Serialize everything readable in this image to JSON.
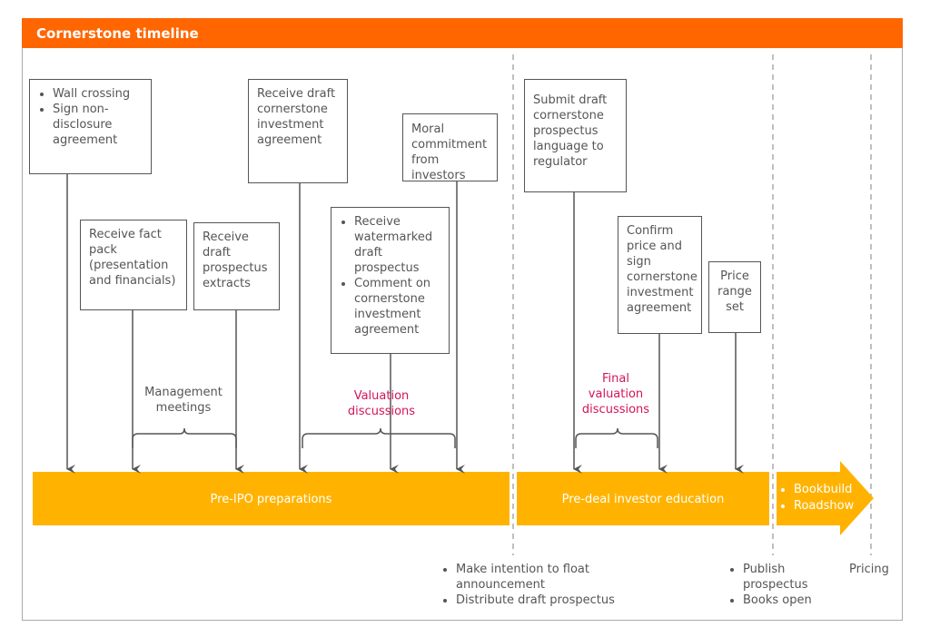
{
  "title": "Cornerstone timeline",
  "colors": {
    "accent": "#ff6600",
    "bar": "#ffb300",
    "red_label": "#d4145a",
    "text": "#555555"
  },
  "boxes": {
    "wall": {
      "items": [
        "Wall crossing",
        "Sign non-disclosure agreement"
      ]
    },
    "fact_pack": {
      "text": "Receive fact pack (presentation and financials)"
    },
    "draft_extracts": {
      "text": "Receive draft prospectus extracts"
    },
    "draft_agreement": {
      "text": "Receive draft cornerstone investment agreement"
    },
    "watermarked": {
      "items": [
        "Receive watermarked draft prospectus",
        "Comment on cornerstone investment agreement"
      ]
    },
    "moral": {
      "text": "Moral commitment from investors"
    },
    "submit": {
      "text": "Submit draft cornerstone prospectus language to regulator"
    },
    "confirm": {
      "text": "Confirm price and sign cornerstone investment agreement"
    },
    "price_range": {
      "text": "Price range set"
    }
  },
  "labels": {
    "management": "Management meetings",
    "valuation": "Valuation discussions",
    "final_valuation": "Final valuation discussions"
  },
  "phases": {
    "pre_ipo": "Pre-IPO preparations",
    "pre_deal": "Pre-deal investor education",
    "final_items": [
      "Bookbuild",
      "Roadshow"
    ]
  },
  "bottom": {
    "itf_items": [
      "Make intention to float announcement",
      "Distribute draft prospectus"
    ],
    "publish_items": [
      "Publish prospectus",
      "Books open"
    ],
    "pricing": "Pricing"
  }
}
